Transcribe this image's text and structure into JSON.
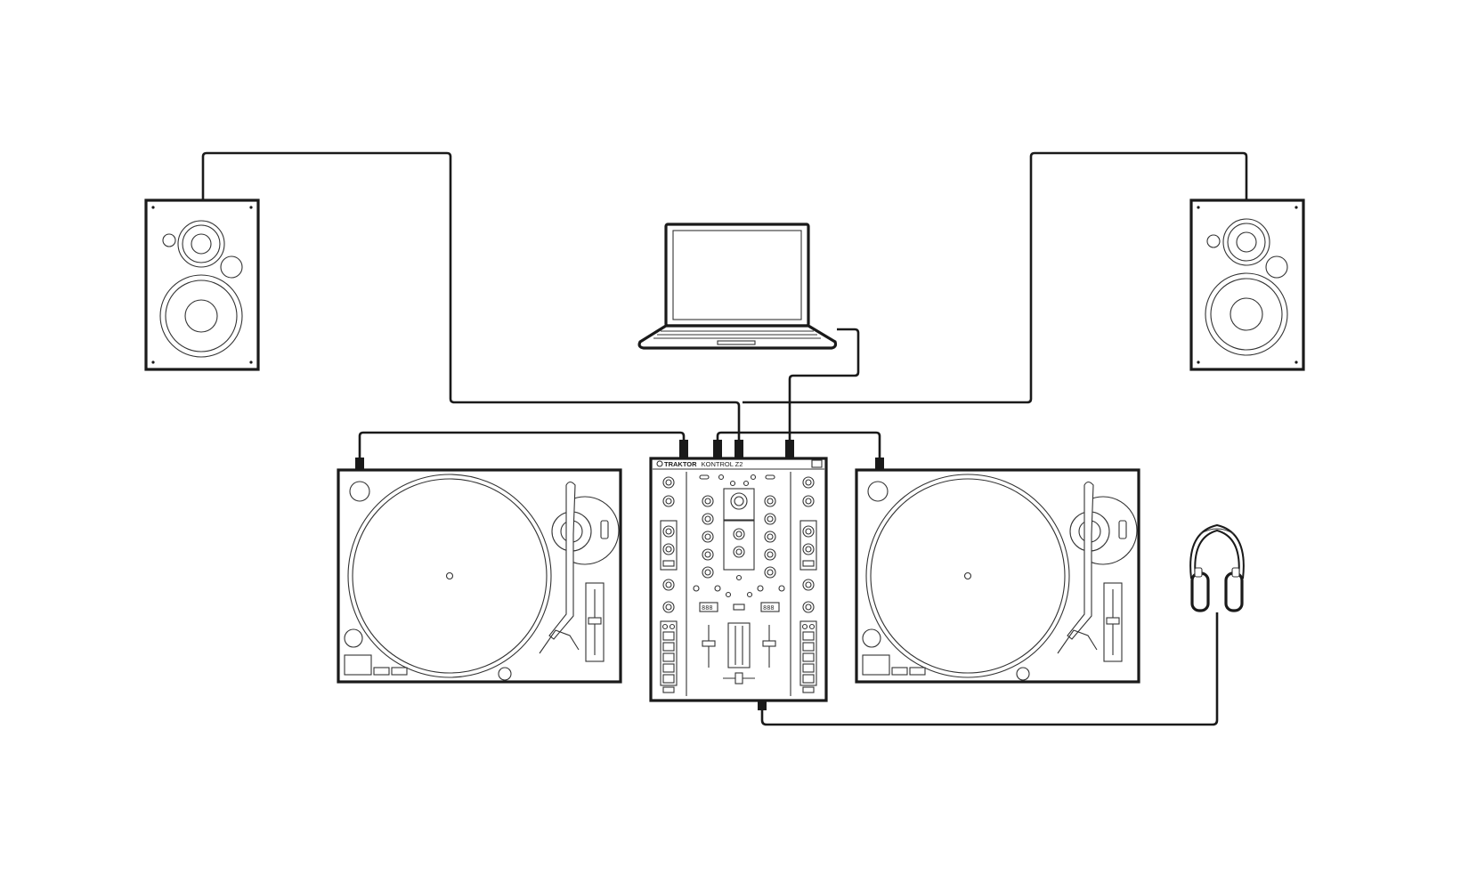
{
  "mixer": {
    "brand": "TRAKTOR",
    "model": "KONTROL Z2",
    "display_left": "888",
    "display_right": "888"
  },
  "devices": [
    "speaker-left-icon",
    "speaker-right-icon",
    "laptop-icon",
    "turntable-left-icon",
    "turntable-right-icon",
    "mixer-icon",
    "headphones-icon"
  ],
  "colors": {
    "line": "#1a1a1a",
    "background": "#ffffff"
  }
}
